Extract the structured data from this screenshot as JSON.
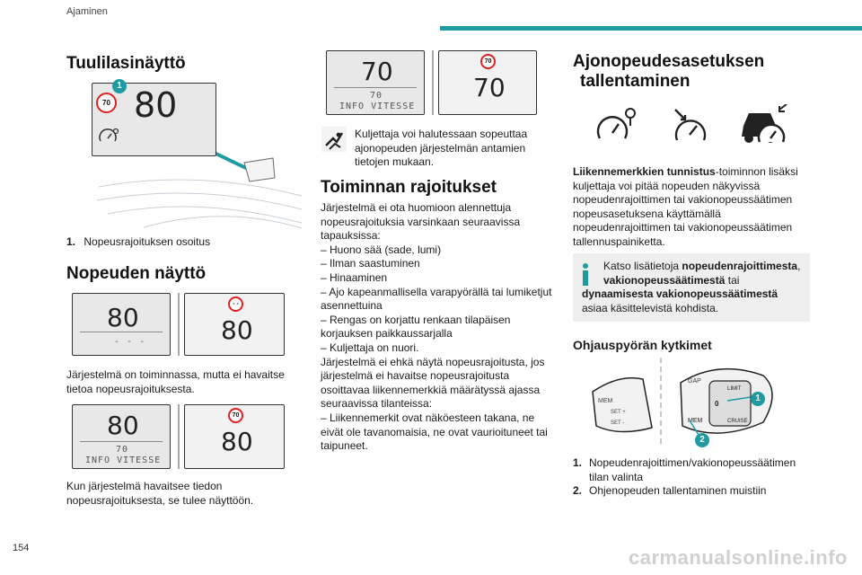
{
  "header": {
    "chapter": "Ajaminen",
    "accent_color": "#1f9aa0"
  },
  "page_number": "154",
  "watermark": "carmanualsonline.info",
  "col1": {
    "windscreen_title": "Tuulilasinäyttö",
    "windscreen_display": {
      "sign_value": "70",
      "speed": "80",
      "marker": "1"
    },
    "legend_num": "1.",
    "legend_text": "Nopeusrajoituksen osoitus",
    "speed_title": "Nopeuden näyttö",
    "display_a": {
      "left_speed": "80",
      "left_small": "- - -",
      "sign_value": "- -",
      "right_speed": "80"
    },
    "para_a": "Järjestelmä on toiminnassa, mutta ei havaitse tietoa nopeusrajoituksesta.",
    "display_b": {
      "left_speed": "80",
      "left_small_num": "70",
      "left_small_txt": "INFO VITESSE",
      "sign_value": "70",
      "right_speed": "80"
    },
    "para_b": "Kun järjestelmä havaitsee tiedon nopeusrajoituksesta, se tulee näyttöön."
  },
  "col2": {
    "display_c": {
      "left_speed": "70",
      "left_small_num": "70",
      "left_small_txt": "INFO VITESSE",
      "sign_value": "70",
      "right_speed": "70"
    },
    "driver_note": "Kuljettaja voi halutessaan sopeuttaa ajonopeuden järjestelmän antamien tietojen mukaan.",
    "limits_title": "Toiminnan rajoitukset",
    "limits_intro": "Järjestelmä ei ota huomioon alennettuja nopeusrajoituksia varsinkaan seuraavissa tapauksissa:",
    "limits_items": [
      "– Huono sää (sade, lumi)",
      "– Ilman saastuminen",
      "– Hinaaminen",
      "– Ajo kapeanmallisella varapyörällä tai lumiketjut asennettuina",
      "– Rengas on korjattu renkaan tilapäisen korjauksen paikkaussarjalla",
      "– Kuljettaja on nuori."
    ],
    "limits_para2": "Järjestelmä ei ehkä näytä nopeusrajoitusta, jos järjestelmä ei havaitse nopeusrajoitusta osoittavaa liikennemerkkiä määrätyssä ajassa seuraavissa tilanteissa:",
    "limits_items2": [
      "– Liikennemerkit ovat näköesteen takana, ne eivät ole tavanomaisia, ne ovat vaurioituneet tai taipuneet."
    ]
  },
  "col3": {
    "title_line1": "Ajonopeudesasetuksen",
    "title_line2": "tallentaminen",
    "intro_bold": "Liikennemerkkien tunnistus",
    "intro_rest": "-toiminnon lisäksi kuljettaja voi pitää nopeuden näkyvissä nopeudenrajoittimen tai vakionopeussäätimen nopeusasetuksena käyttämällä nopeudenrajoittimen tai vakionopeussäätimen tallennuspainiketta.",
    "info": {
      "pre": "Katso lisätietoja ",
      "bold1": "nopeudenrajoittimesta",
      "comma": ",",
      "bold2": "vakionopeussäätimestä",
      "mid": " tai",
      "bold3": "dynaamisesta vakionopeussäätimestä",
      "post": "asiaa käsittelevistä kohdista."
    },
    "controls_title": "Ohjauspyörän kytkimet",
    "stalk": {
      "labels": [
        "MEM",
        "SET +",
        "SET -",
        "MEM",
        "GAP",
        "LIMIT",
        "CRUISE",
        "0"
      ],
      "marker1": "1",
      "marker2": "2"
    },
    "items": [
      {
        "num": "1.",
        "text": "Nopeudenrajoittimen/vakionopeussäätimen tilan valinta"
      },
      {
        "num": "2.",
        "text": "Ohjenopeuden tallentaminen muistiin"
      }
    ]
  }
}
